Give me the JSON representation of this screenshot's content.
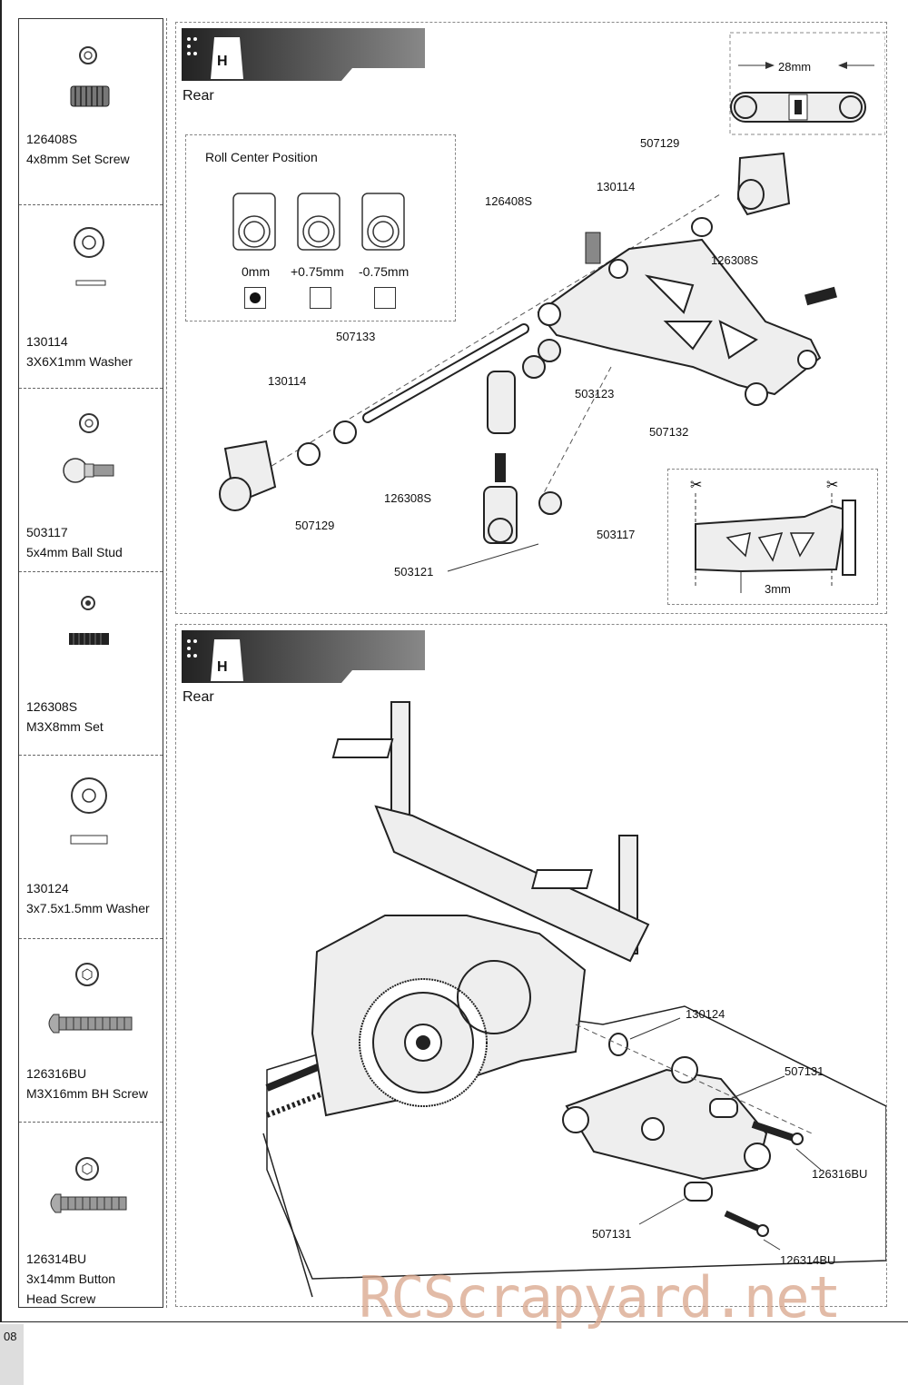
{
  "page_number": "08",
  "parts": [
    {
      "code": "126408S",
      "name": "4x8mm Set Screw",
      "icon": "set-screw-icon"
    },
    {
      "code": "130114",
      "name": "3X6X1mm Washer",
      "icon": "washer-icon"
    },
    {
      "code": "503117",
      "name": "5x4mm Ball Stud",
      "icon": "ball-stud-icon"
    },
    {
      "code": "126308S",
      "name": "M3X8mm Set",
      "icon": "set-screw-icon"
    },
    {
      "code": "130124",
      "name": "3x7.5x1.5mm Washer",
      "icon": "washer-icon"
    },
    {
      "code": "126316BU",
      "name": "M3X16mm BH Screw",
      "icon": "button-head-screw-icon"
    },
    {
      "code": "126314BU",
      "name": "3x14mm Button",
      "name2": "Head Screw",
      "icon": "button-head-screw-icon"
    }
  ],
  "step1": {
    "bag": "H",
    "section": "Rear",
    "dimension": "28mm",
    "roll_center": {
      "title": "Roll Center Position",
      "options": [
        {
          "label": "0mm",
          "selected": true
        },
        {
          "label": "+0.75mm",
          "selected": false
        },
        {
          "label": "-0.75mm",
          "selected": false
        }
      ]
    },
    "callouts": [
      "507129",
      "130114",
      "126408S",
      "126308S",
      "507133",
      "130114",
      "503123",
      "507132",
      "126308S",
      "507129",
      "503117",
      "503121"
    ],
    "trim_dimension": "3mm"
  },
  "step2": {
    "bag": "H",
    "section": "Rear",
    "callouts": [
      "130124",
      "507131",
      "126316BU",
      "507131",
      "126314BU"
    ]
  },
  "watermark": "RCScrapyard.net"
}
